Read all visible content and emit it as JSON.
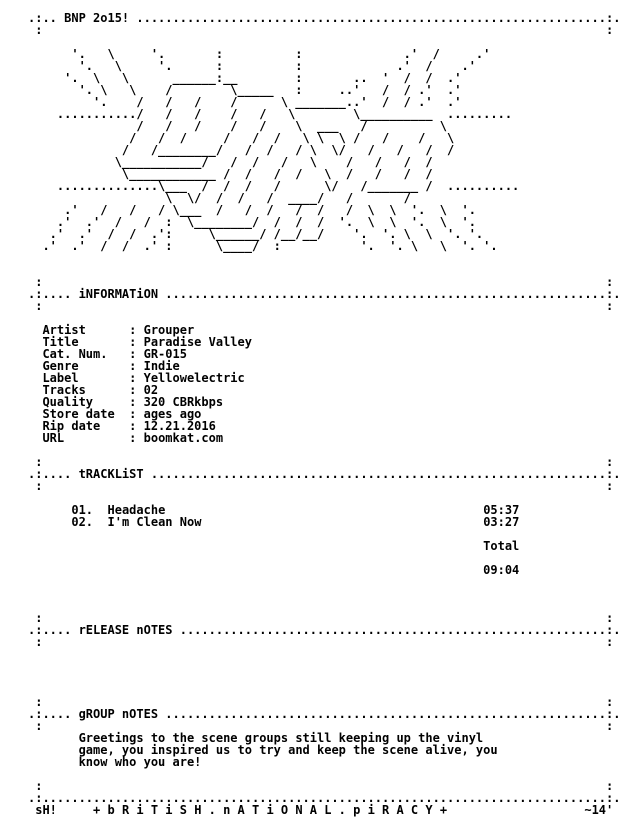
{
  "nfo": {
    "text_color": "#000000",
    "background_color": "#ffffff",
    "header_title": "BNP 2o15!",
    "sections": {
      "information": "iNFORMATiON",
      "tracklist": "tRACKLiST",
      "release_notes": "rELEASE nOTES",
      "group_notes": "gROUP nOTES"
    },
    "info_fields": [
      {
        "label": "Artist",
        "value": "Grouper"
      },
      {
        "label": "Title",
        "value": "Paradise Valley"
      },
      {
        "label": "Cat. Num.",
        "value": "GR-015"
      },
      {
        "label": "Genre",
        "value": "Indie"
      },
      {
        "label": "Label",
        "value": "Yellowelectric"
      },
      {
        "label": "Tracks",
        "value": "02"
      },
      {
        "label": "Quality",
        "value": "320 CBRkbps"
      },
      {
        "label": "Store date",
        "value": "ages ago"
      },
      {
        "label": "Rip date",
        "value": "12.21.2016"
      },
      {
        "label": "URL",
        "value": "boomkat.com"
      }
    ],
    "tracks": [
      {
        "number": "01.",
        "title": "Headache",
        "duration": "05:37"
      },
      {
        "number": "02.",
        "title": "I'm Clean Now",
        "duration": "03:27"
      }
    ],
    "total_label": "Total",
    "total_duration": "09:04",
    "group_notes_text": [
      "Greetings to the scene groups still keeping up the vinyl",
      "game, you inspired us to try and keep the scene alive, you",
      "know who you are!"
    ],
    "footer_left": "sH!",
    "footer_center": "+ b R i T i S H . n A T i O N A L . p i R A C Y +",
    "footer_right": "~14"
  }
}
